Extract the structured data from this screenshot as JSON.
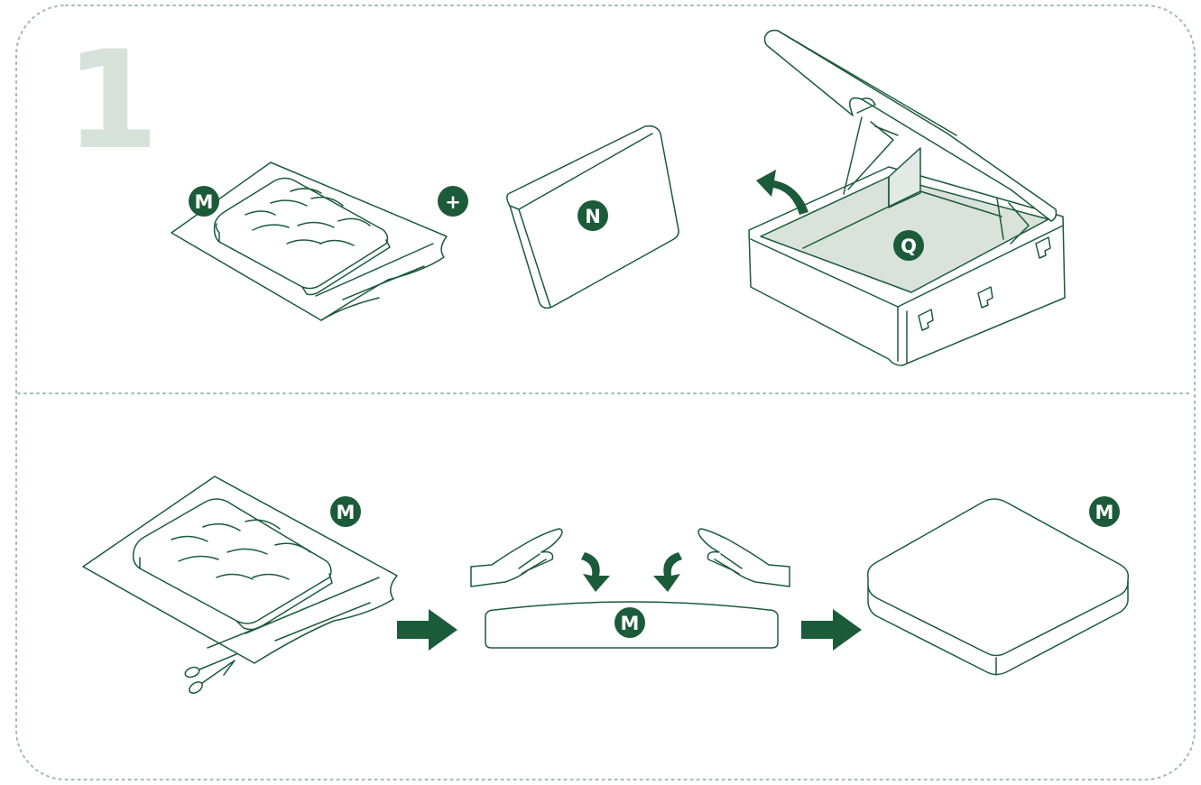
{
  "step": {
    "number": "1"
  },
  "labels": {
    "mattress": "M",
    "headboard": "N",
    "bed_base": "Q",
    "plus": "+"
  },
  "colors": {
    "accent": "#1b5b3a",
    "step_number": "#d6e2da",
    "frame_dots": "#9fbcaa",
    "shade": "#d9e2db"
  },
  "icons": [
    "plus-icon",
    "open-arrow-icon",
    "scissors-icon",
    "hand-icon",
    "press-arrow-icon",
    "right-arrow-icon"
  ]
}
